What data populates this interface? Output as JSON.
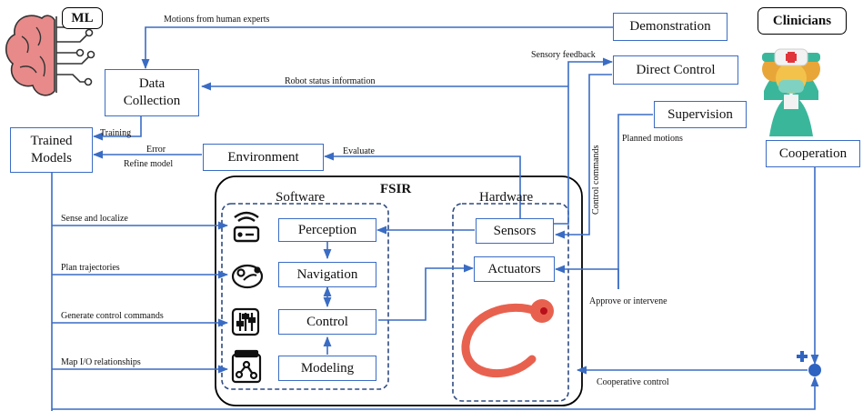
{
  "titles": {
    "ml": "ML",
    "clinicians": "Clinicians",
    "fsir": "FSIR"
  },
  "boxes": {
    "demonstration": "Demonstration",
    "direct_control": "Direct Control",
    "supervision": "Supervision",
    "data_collection_1": "Data",
    "data_collection_2": "Collection",
    "trained_models_1": "Trained",
    "trained_models_2": "Models",
    "environment": "Environment",
    "cooperation": "Cooperation",
    "perception": "Perception",
    "navigation": "Navigation",
    "control": "Control",
    "modeling": "Modeling",
    "sensors": "Sensors",
    "actuators": "Actuators"
  },
  "sections": {
    "software": "Software",
    "hardware": "Hardware"
  },
  "labels": {
    "motions_from_experts": "Motions from human experts",
    "sensory_feedback": "Sensory feedback",
    "robot_status": "Robot status information",
    "training": "Training",
    "error": "Error",
    "refine_model": "Refine model",
    "evaluate": "Evaluate",
    "control_commands": "Control commands",
    "planned_motions": "Planned motions",
    "sense_localize": "Sense and localize",
    "plan_trajectories": "Plan trajectories",
    "generate_control": "Generate control commands",
    "map_io": "Map I/O relationships",
    "approve_intervene": "Approve or intervene",
    "cooperative_control": "Cooperative control"
  },
  "colors": {
    "line": "#3a6cc4",
    "junction": "#2f63c2",
    "catheter": "#e8614f",
    "brain": "#e88a8a"
  },
  "icons": [
    "brain-circuit-icon",
    "clinicians-icon",
    "router-icon",
    "map-trajectory-icon",
    "sliders-icon",
    "modeling-icon",
    "catheter-icon"
  ]
}
